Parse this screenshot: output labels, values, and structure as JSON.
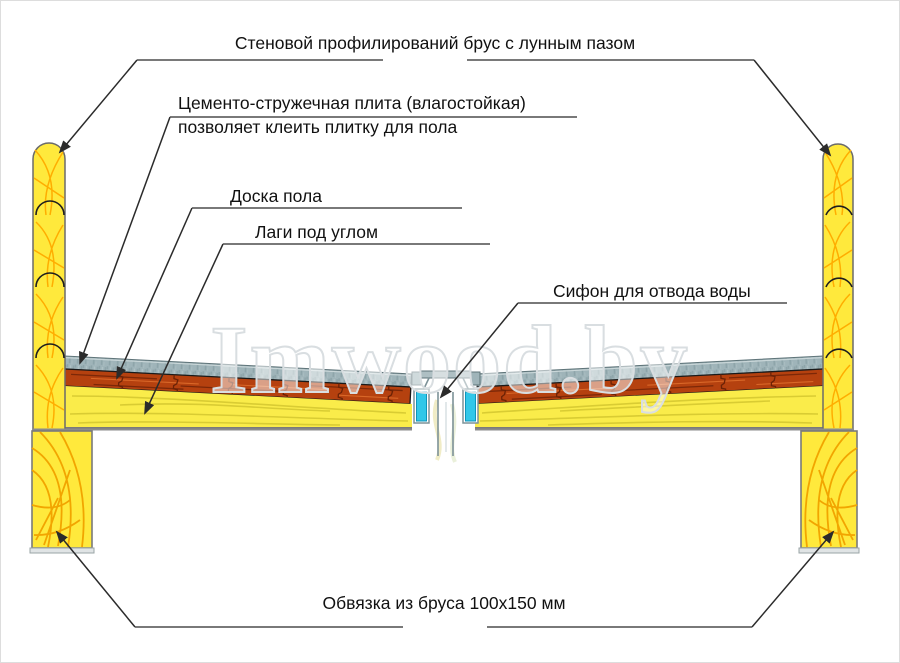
{
  "labels": {
    "wall_beam": "Стеновой профилирований брус с лунным пазом",
    "cement_board_line1": "Цементо-стружечная плита (влагостойкая)",
    "cement_board_line2": "позволяет клеить плитку для пола",
    "floor_board": "Доска пола",
    "joists": "Лаги под углом",
    "siphon": "Сифон для отвода воды",
    "strapping": "Обвязка из бруса 100х150 мм"
  },
  "watermark": "Imwood.by",
  "colors": {
    "wood_yellow": "#FFE93C",
    "joist_yellow": "#FAEC4A",
    "grain_orange": "#FFAD00",
    "block_grain_orange": "#F2A500",
    "cement_gray": "#9FB4B9",
    "cement_streak": "#7E969C",
    "board_red": "#B5410F",
    "board_dark_streak": "#7C2808",
    "board_light_streak": "#DD6B2B",
    "water_cyan": "#31C7E9",
    "pipe_gray": "#7D9298",
    "leader_black": "#2B2B2B",
    "underline_gray": "#4D4D4D"
  }
}
